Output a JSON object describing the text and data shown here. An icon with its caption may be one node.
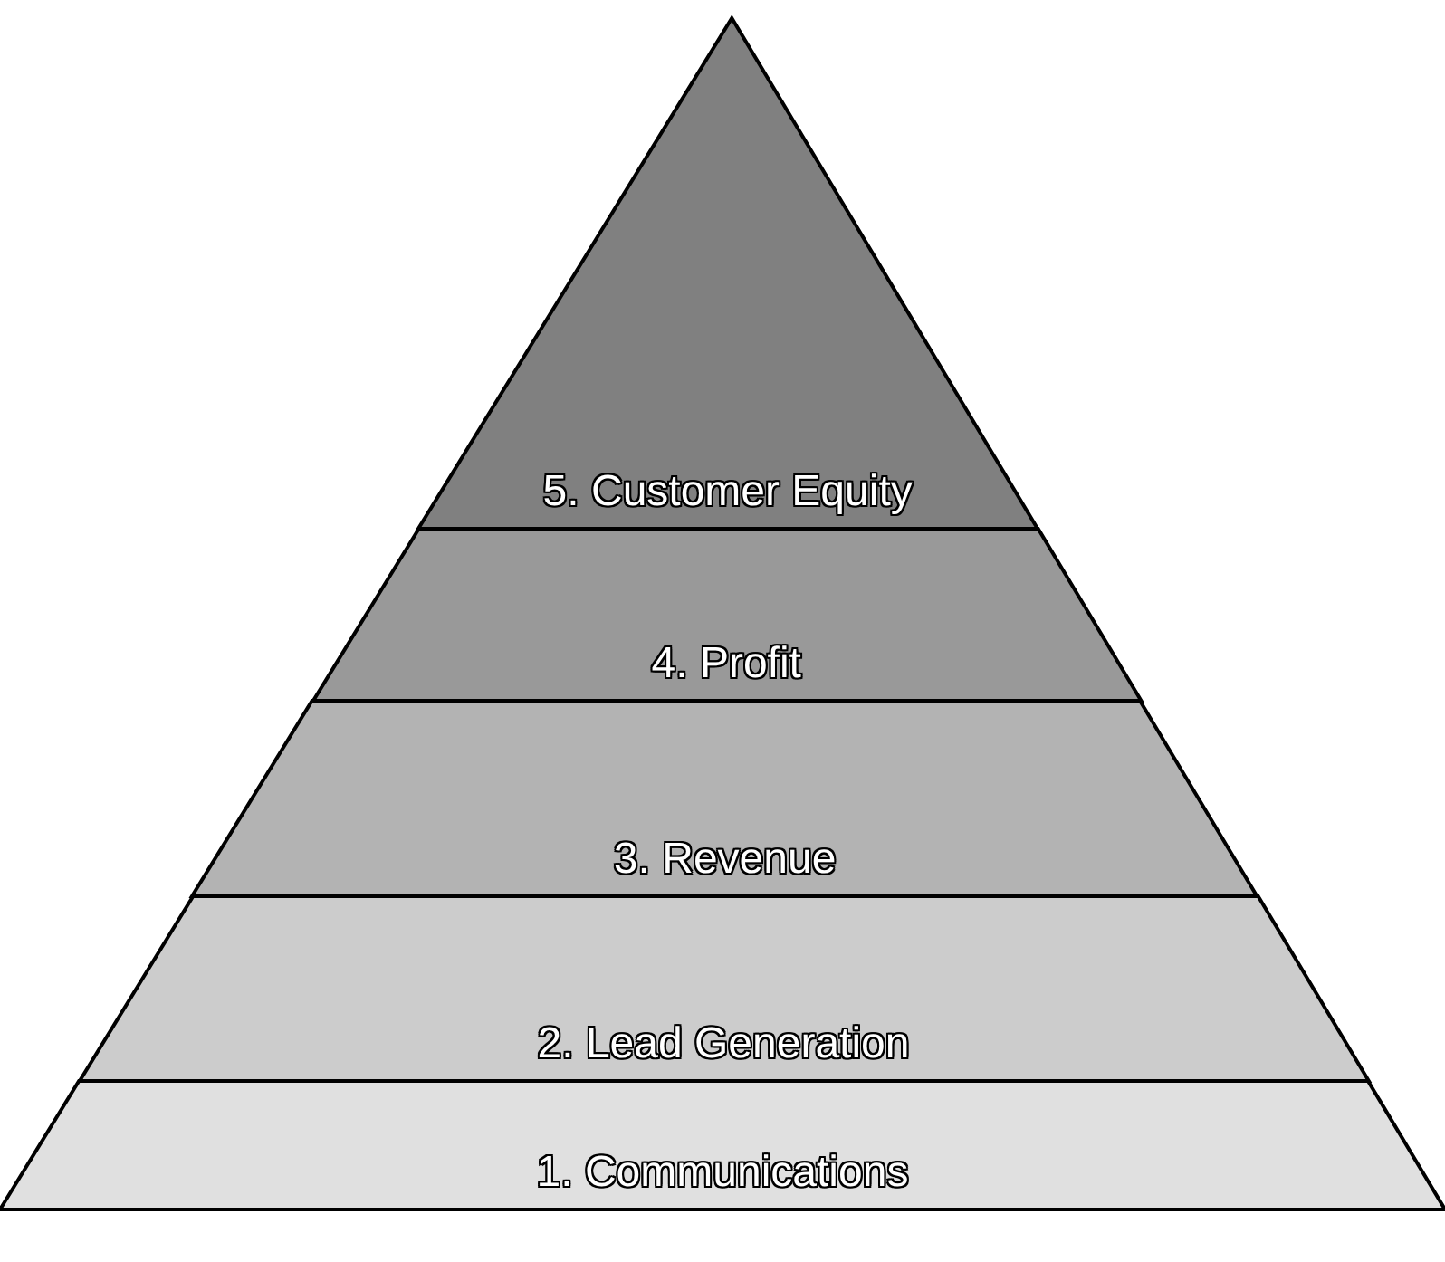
{
  "diagram": {
    "nodes": [
      {
        "text": [
          "5. Customer Equity"
        ]
      },
      {
        "text": [
          "4. Profit"
        ]
      },
      {
        "text": [
          "3. Revenue"
        ]
      },
      {
        "text": [
          "2. Lead Generation"
        ]
      },
      {
        "text": [
          "1. Communications"
        ]
      }
    ]
  }
}
